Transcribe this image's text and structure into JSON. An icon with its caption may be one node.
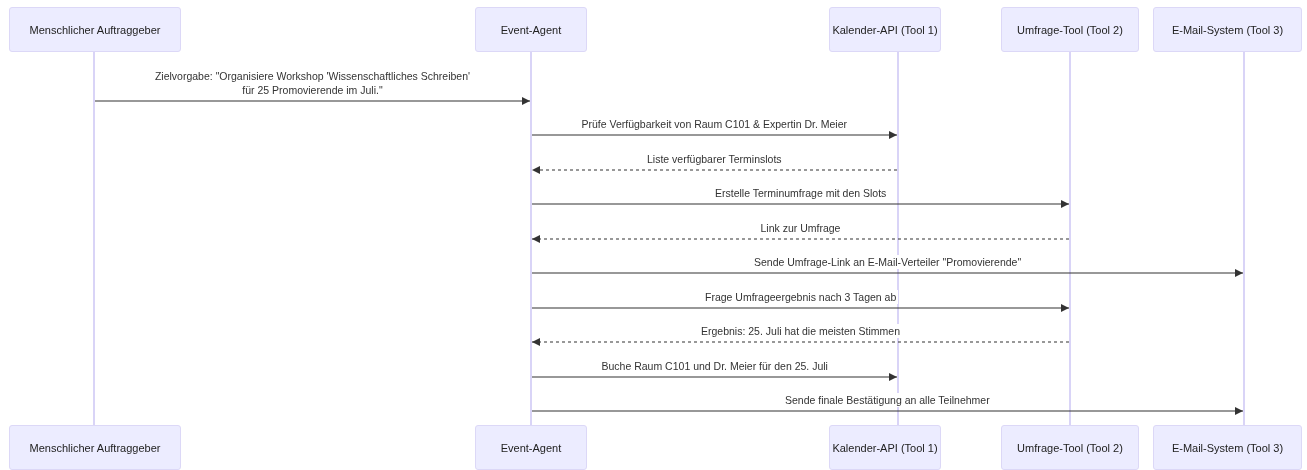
{
  "diagram": {
    "nodes": [
      {
        "text": [
          "Menschlicher Auftraggeber"
        ]
      },
      {
        "text": [
          "Event-Agent"
        ]
      },
      {
        "text": [
          "Kalender-API (Tool 1)"
        ]
      },
      {
        "text": [
          "Umfrage-Tool (Tool 2)"
        ]
      },
      {
        "text": [
          "E-Mail-System (Tool 3)"
        ]
      },
      {
        "text": [],
        "shape": "bar"
      },
      {
        "text": [],
        "shape": "bar"
      },
      {
        "text": [],
        "shape": "bar"
      },
      {
        "text": [],
        "shape": "bar"
      },
      {
        "text": [],
        "shape": "bar"
      },
      {
        "text": [
          "Menschlicher Auftraggeber"
        ]
      },
      {
        "text": [
          "Event-Agent"
        ]
      },
      {
        "text": [
          "Kalender-API (Tool 1)"
        ]
      },
      {
        "text": [
          "Umfrage-Tool (Tool 2)"
        ]
      },
      {
        "text": [
          "E-Mail-System (Tool 3)"
        ]
      }
    ],
    "edges": [
      {
        "from": 5,
        "to": 6,
        "arrow": "to",
        "label": "Zielvorgabe: \"Organisiere Workshop 'Wissenschaftliches Schreiben' für 25 Promovierende im Juli.\""
      },
      {
        "from": 6,
        "to": 7,
        "arrow": "to",
        "label": "Prüfe Verfügbarkeit von Raum C101 & Expertin Dr. Meier"
      },
      {
        "from": 7,
        "to": 6,
        "arrow": "to",
        "style": "dashed",
        "label": "Liste verfügbarer Terminslots"
      },
      {
        "from": 6,
        "to": 8,
        "arrow": "to",
        "label": "Erstelle Terminumfrage mit den Slots"
      },
      {
        "from": 8,
        "to": 6,
        "arrow": "to",
        "style": "dashed",
        "label": "Link zur Umfrage"
      },
      {
        "from": 6,
        "to": 9,
        "arrow": "to",
        "label": "Sende Umfrage-Link an E-Mail-Verteiler \"Promovierende\""
      },
      {
        "from": 6,
        "to": 8,
        "arrow": "to",
        "label": "Frage Umfrageergebnis nach 3 Tagen ab"
      },
      {
        "from": 8,
        "to": 6,
        "arrow": "to",
        "style": "dashed",
        "label": "Ergebnis: 25. Juli hat die meisten Stimmen"
      },
      {
        "from": 6,
        "to": 7,
        "arrow": "to",
        "label": "Buche Raum C101 und Dr. Meier für den 25. Juli"
      },
      {
        "from": 6,
        "to": 9,
        "arrow": "to",
        "label": "Sende finale Bestätigung an alle Teilnehmer"
      }
    ]
  }
}
